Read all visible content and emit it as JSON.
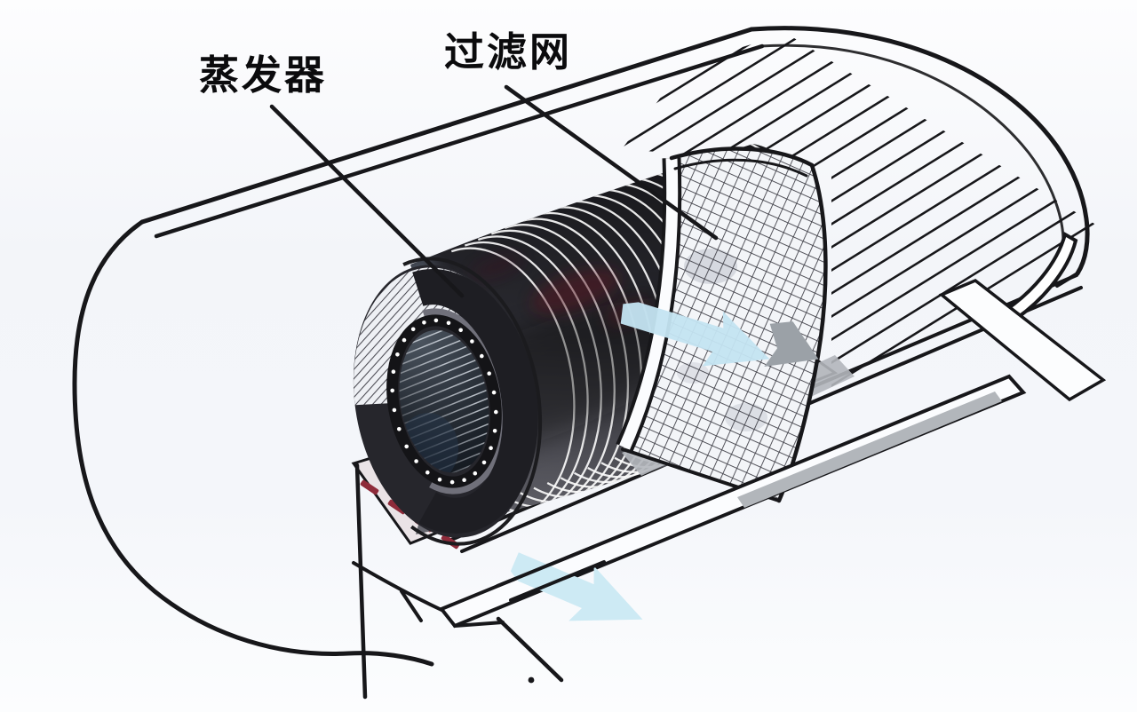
{
  "diagram": {
    "labels": {
      "evaporator": "蒸发器",
      "filter_mesh": "过滤网"
    },
    "components": [
      "housing",
      "intake-louvers",
      "evaporator-coil",
      "cross-flow-fan",
      "filter-mesh",
      "drain-tray",
      "outlet-flap",
      "intake-airflow-arrow",
      "outlet-airflow-arrow"
    ],
    "colors": {
      "line": "#17171a",
      "background": "#f3f5f9",
      "coil_dark": "#232327",
      "fin_line": "#fafafa",
      "arrow_light": "#cdeaf4",
      "arrow_dark": "#1f7fa6",
      "tray": "#eae3e6",
      "drain_mark": "#8e2b3a",
      "mesh_line": "#3c3c44",
      "shadow_gray": "#b2b6bb"
    }
  }
}
